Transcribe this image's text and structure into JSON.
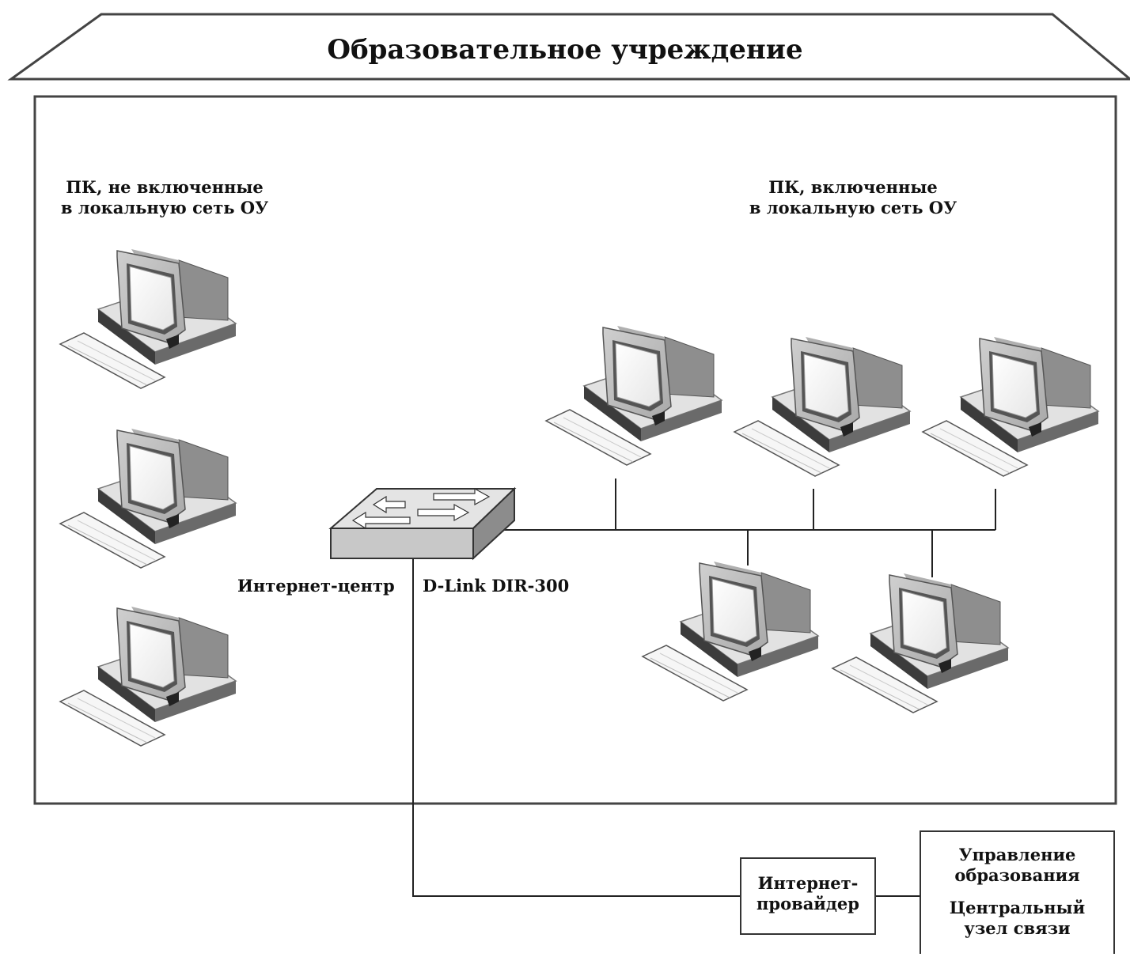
{
  "title": "Образовательное учреждение",
  "groups": {
    "offline": {
      "line1": "ПК, не включенные",
      "line2": "в локальную сеть ОУ"
    },
    "online": {
      "line1": "ПК, включенные",
      "line2": "в локальную сеть ОУ"
    }
  },
  "device": {
    "left": "Интернет-центр",
    "right": "D-Link DIR-300"
  },
  "provider": {
    "line1": "Интернет-",
    "line2": "провайдер"
  },
  "management": {
    "line1": "Управление",
    "line2": "образования",
    "line3": "Центральный",
    "line4": "узел связи"
  }
}
